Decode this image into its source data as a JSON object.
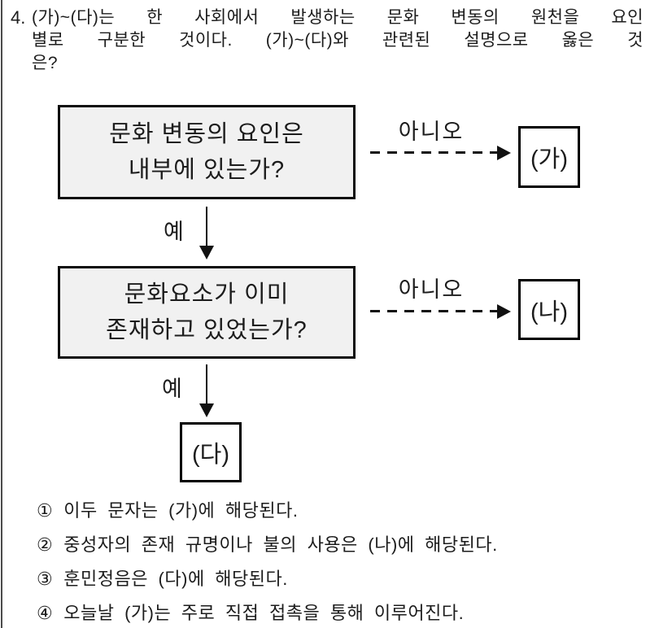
{
  "question": {
    "number": "4.",
    "line1": "(가)~(다)는 한 사회에서 발생하는 문화 변동의 원천을 요인",
    "line2": "별로 구분한 것이다. (가)~(다)와 관련된 설명으로 옳은 것",
    "line3": "은?"
  },
  "flowchart": {
    "decision1_line1": "문화 변동의 요인은",
    "decision1_line2": "내부에 있는가?",
    "decision2_line1": "문화요소가 이미",
    "decision2_line2": "존재하고 있었는가?",
    "no1": "아니오",
    "no2": "아니오",
    "yes1": "예",
    "yes2": "예",
    "result_ga": "(가)",
    "result_na": "(나)",
    "result_da": "(다)"
  },
  "options": [
    {
      "marker": "①",
      "text": "이두 문자는 (가)에 해당된다."
    },
    {
      "marker": "②",
      "text": "중성자의 존재 규명이나 불의 사용은 (나)에 해당된다."
    },
    {
      "marker": "③",
      "text": "훈민정음은 (다)에 해당된다."
    },
    {
      "marker": "④",
      "text": "오늘날 (가)는 주로 직접 접촉을 통해 이루어진다."
    }
  ],
  "colors": {
    "text": "#1c1c1c",
    "box_fill": "#f1f1f1",
    "box_border": "#0d0d0d",
    "page_bg": "#ffffff",
    "left_rule": "#4a4a4a"
  }
}
